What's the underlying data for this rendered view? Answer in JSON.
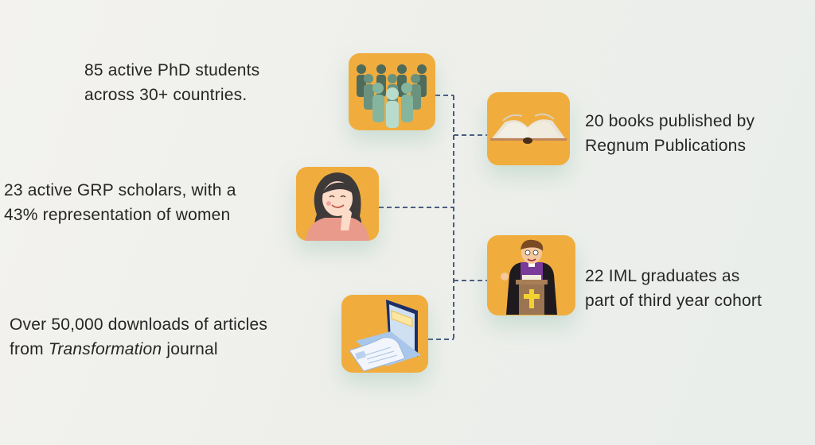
{
  "colors": {
    "background": "#f0f0ec",
    "icon_box": "#f0ad3e",
    "connector": "#4a5d80",
    "text": "#262626"
  },
  "stats": [
    {
      "id": "phd-students",
      "icon": "people-group-icon",
      "lines": [
        "85 active PhD students",
        "across 30+ countries."
      ]
    },
    {
      "id": "books",
      "icon": "open-book-icon",
      "lines": [
        "20 books published by",
        "Regnum Publications"
      ]
    },
    {
      "id": "grp-scholars",
      "icon": "smiling-woman-icon",
      "lines": [
        "23 active GRP scholars, with a",
        "43% representation of women"
      ]
    },
    {
      "id": "iml-graduates",
      "icon": "preacher-pulpit-icon",
      "lines": [
        "22 IML graduates as",
        "part of third year cohort"
      ]
    },
    {
      "id": "downloads",
      "icon": "laptop-journal-icon",
      "line1": "Over 50,000 downloads of articles",
      "line2_prefix": "from ",
      "line2_italic": "Transformation",
      "line2_suffix": " journal"
    }
  ]
}
